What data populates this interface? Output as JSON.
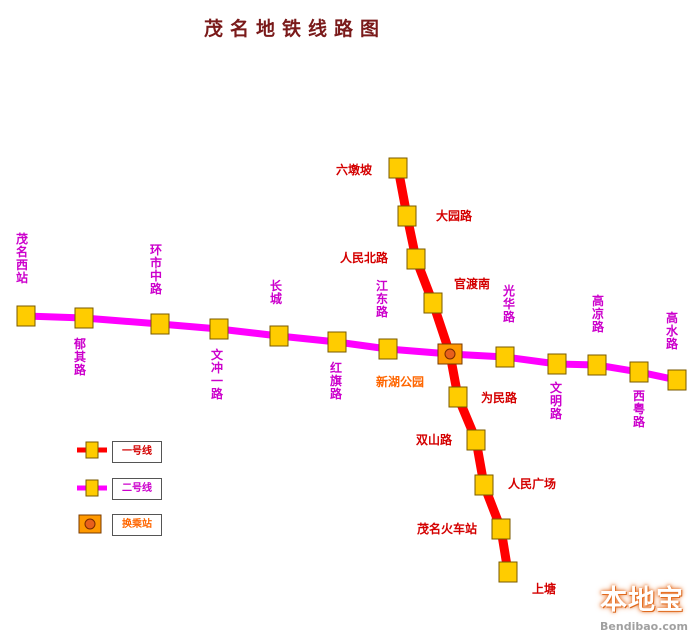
{
  "title": "茂名地铁线路图",
  "colors": {
    "line1": "#ff0000",
    "line2": "#ff00ff",
    "station_fill": "#ffcc00",
    "station_stroke": "#7a5a00",
    "transfer_fill": "#ff9900",
    "transfer_dot": "#e8601c",
    "label_line1": "#d40000",
    "label_line2": "#cc00cc",
    "label_transfer": "#ff6600"
  },
  "line1": {
    "stations": [
      "六墩坡",
      "大园路",
      "人民北路",
      "官渡南",
      "新湖公园",
      "为民路",
      "双山路",
      "人民广场",
      "茂名火车站",
      "上塘"
    ]
  },
  "line2": {
    "stations": [
      "茂名西站",
      "郁其路",
      "环市中路",
      "文冲一路",
      "长城",
      "红旗路",
      "江东路",
      "新湖公园",
      "光华路",
      "文明路",
      "高凉路",
      "西粤路",
      "高水路"
    ]
  },
  "transfer_station": "新湖公园",
  "legend": [
    {
      "type": "line1",
      "label": "一号线"
    },
    {
      "type": "line2",
      "label": "二号线"
    },
    {
      "type": "transfer",
      "label": "换乘站"
    }
  ],
  "watermark": {
    "logo": "本地宝",
    "url": "Bendibao.com"
  }
}
